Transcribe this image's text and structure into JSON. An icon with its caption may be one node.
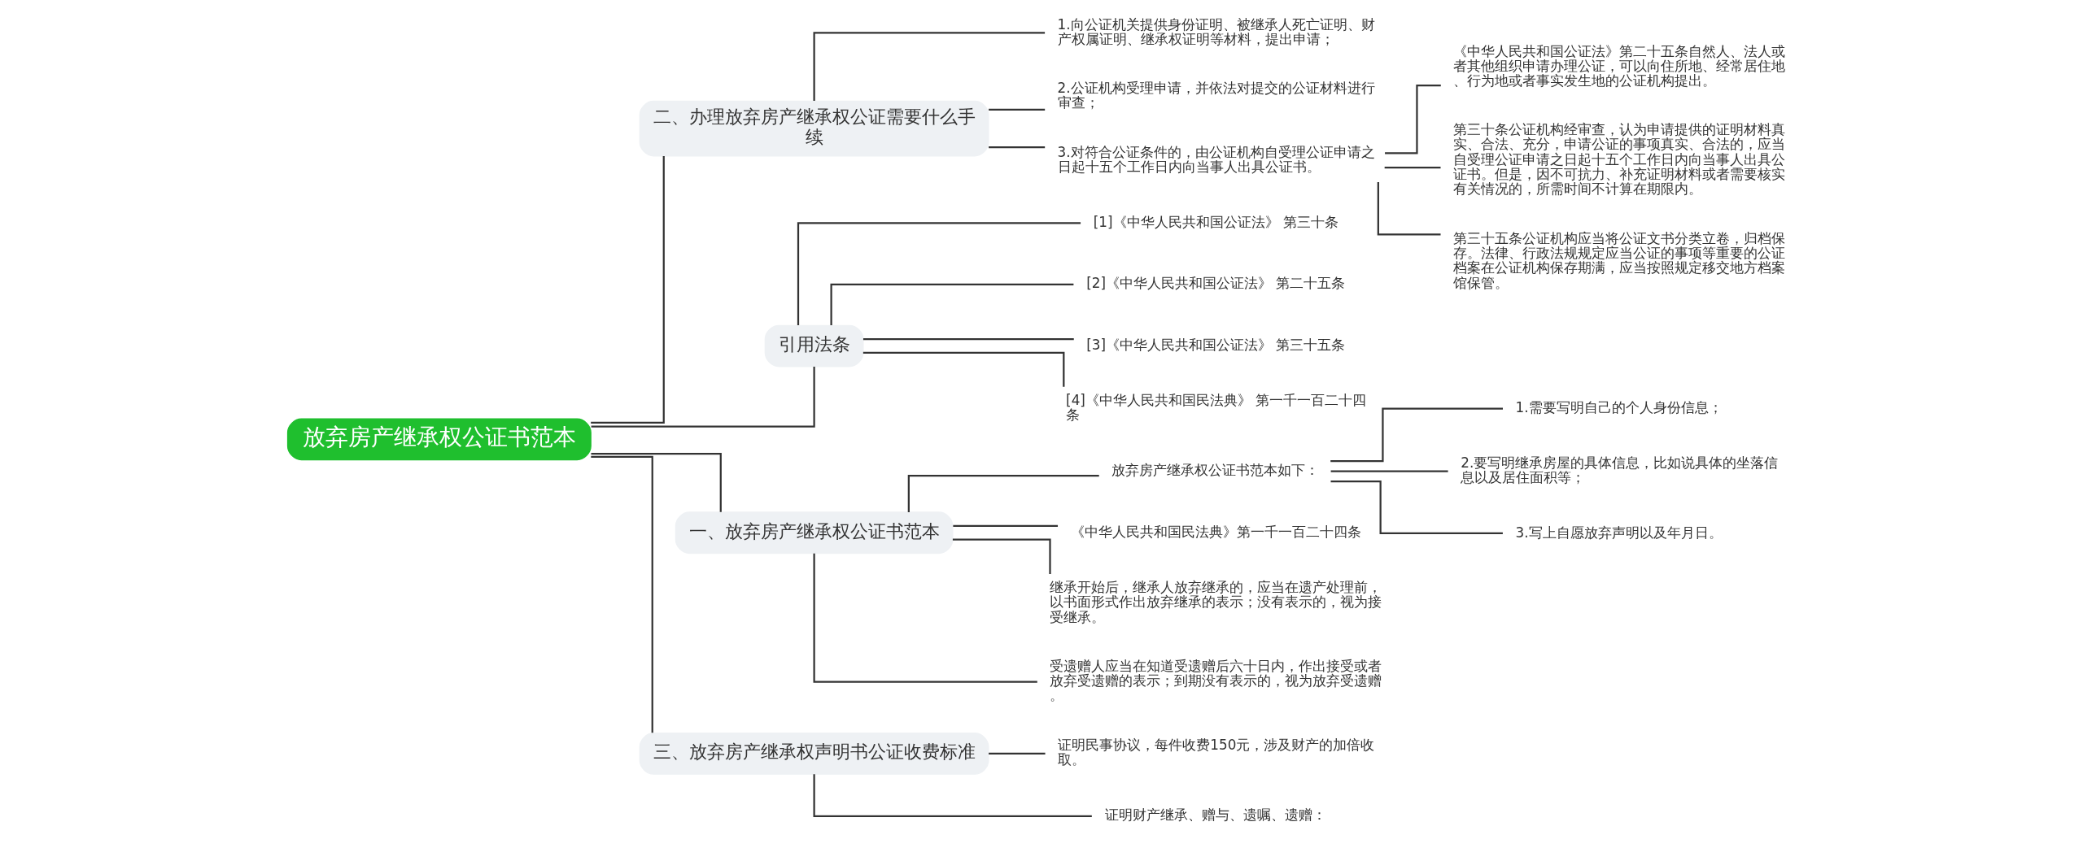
{
  "diagram": {
    "nodes": [
      {
        "text": [
          "放弃房产继承权公证书范本"
        ]
      },
      {
        "text": [
          "二、办理放弃房产继承权公证需要什么手续"
        ]
      },
      {
        "text": [
          "1.向公证机关提供身份证明、被继承人死亡证明、财产权属证明、继承权证明等材料，提出申请；"
        ]
      },
      {
        "text": [
          "2.公证机构受理申请，并依法对提交的公证材料进行审查；"
        ]
      },
      {
        "text": [
          "3.对符合公证条件的，由公证机构自受理公证申请之日起十五个工作日内向当事人出具公证书。"
        ]
      },
      {
        "text": [
          "《中华人民共和国公证法》第二十五条自然人、法人或者其他组织申请办理公证，可以向住所地、经常居住地、行为地或者事实发生地的公证机构提出。"
        ]
      },
      {
        "text": [
          "第三十条公证机构经审查，认为申请提供的证明材料真实、合法、充分，申请公证的事项真实、合法的，应当自受理公证申请之日起十五个工作日内向当事人出具公证书。但是，因不可抗力、补充证明材料或者需要核实有关情况的，所需时间不计算在期限内。"
        ]
      },
      {
        "text": [
          "第三十五条公证机构应当将公证文书分类立卷，归档保存。法律、行政法规规定应当公证的事项等重要的公证档案在公证机构保存期满，应当按照规定移交地方档案馆保管。"
        ]
      },
      {
        "text": [
          "引用法条"
        ]
      },
      {
        "text": [
          "[1]《中华人民共和国公证法》 第三十条"
        ]
      },
      {
        "text": [
          "[2]《中华人民共和国公证法》 第二十五条"
        ]
      },
      {
        "text": [
          "[3]《中华人民共和国公证法》 第三十五条"
        ]
      },
      {
        "text": [
          "[4]《中华人民共和国民法典》 第一千一百二十四条"
        ]
      },
      {
        "text": [
          "一、放弃房产继承权公证书范本"
        ]
      },
      {
        "text": [
          "放弃房产继承权公证书范本如下："
        ]
      },
      {
        "text": [
          "1.需要写明自己的个人身份信息；"
        ]
      },
      {
        "text": [
          "2.要写明继承房屋的具体信息，比如说具体的坐落信息以及居住面积等；"
        ]
      },
      {
        "text": [
          "3.写上自愿放弃声明以及年月日。"
        ]
      },
      {
        "text": [
          "《中华人民共和国民法典》第一千一百二十四条"
        ]
      },
      {
        "text": [
          "继承开始后，继承人放弃继承的，应当在遗产处理前，以书面形式作出放弃继承的表示；没有表示的，视为接受继承。"
        ]
      },
      {
        "text": [
          "受遗赠人应当在知道受遗赠后六十日内，作出接受或者放弃受遗赠的表示；到期没有表示的，视为放弃受遗赠。"
        ]
      },
      {
        "text": [
          "三、放弃房产继承权声明书公证收费标准"
        ]
      },
      {
        "text": [
          "证明民事协议，每件收费150元，涉及财产的加倍收取。"
        ]
      },
      {
        "text": [
          "证明财产继承、赠与、遗嘱、遗赠："
        ]
      }
    ],
    "edges": [
      {
        "from": 0,
        "to": 1,
        "arrow": "none"
      },
      {
        "from": 1,
        "to": 2,
        "arrow": "none"
      },
      {
        "from": 1,
        "to": 3,
        "arrow": "none"
      },
      {
        "from": 1,
        "to": 4,
        "arrow": "none"
      },
      {
        "from": 4,
        "to": 5,
        "arrow": "none"
      },
      {
        "from": 4,
        "to": 6,
        "arrow": "none"
      },
      {
        "from": 4,
        "to": 7,
        "arrow": "none"
      },
      {
        "from": 0,
        "to": 8,
        "arrow": "none"
      },
      {
        "from": 8,
        "to": 9,
        "arrow": "none"
      },
      {
        "from": 8,
        "to": 10,
        "arrow": "none"
      },
      {
        "from": 8,
        "to": 11,
        "arrow": "none"
      },
      {
        "from": 8,
        "to": 12,
        "arrow": "none"
      },
      {
        "from": 0,
        "to": 13,
        "arrow": "none"
      },
      {
        "from": 13,
        "to": 14,
        "arrow": "none"
      },
      {
        "from": 14,
        "to": 15,
        "arrow": "none"
      },
      {
        "from": 14,
        "to": 16,
        "arrow": "none"
      },
      {
        "from": 14,
        "to": 17,
        "arrow": "none"
      },
      {
        "from": 13,
        "to": 18,
        "arrow": "none"
      },
      {
        "from": 13,
        "to": 19,
        "arrow": "none"
      },
      {
        "from": 13,
        "to": 20,
        "arrow": "none"
      },
      {
        "from": 0,
        "to": 21,
        "arrow": "none"
      },
      {
        "from": 21,
        "to": 22,
        "arrow": "none"
      },
      {
        "from": 21,
        "to": 23,
        "arrow": "none"
      }
    ]
  }
}
